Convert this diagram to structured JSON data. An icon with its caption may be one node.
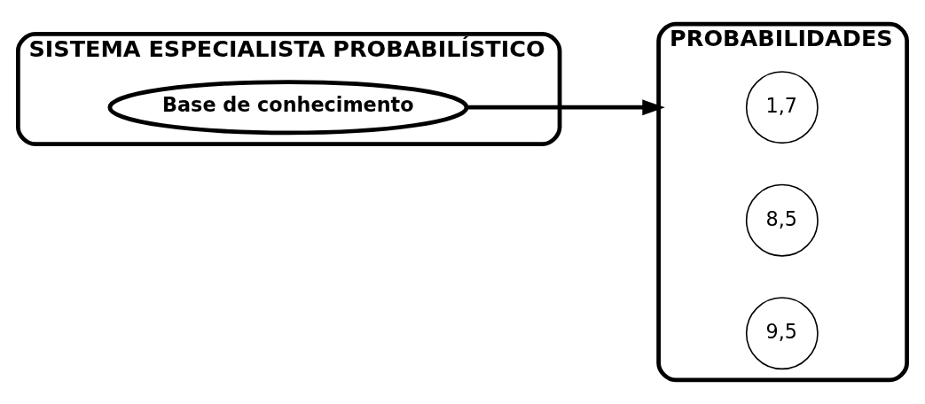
{
  "diagram": {
    "nodes": [
      {
        "text": [
          "SISTEMA ESPECIALISTA PROBABILÍSTICO"
        ]
      },
      {
        "text": [
          "Base de conhecimento"
        ],
        "in": 0
      },
      {
        "text": [
          "PROBABILIDADES"
        ]
      },
      {
        "text": [
          "1,7"
        ],
        "in": 2
      },
      {
        "text": [
          "8,5"
        ],
        "in": 2
      },
      {
        "text": [
          "9,5"
        ],
        "in": 2
      }
    ],
    "edges": [
      {
        "from": 1,
        "to": 2,
        "arrow": "to"
      }
    ]
  }
}
